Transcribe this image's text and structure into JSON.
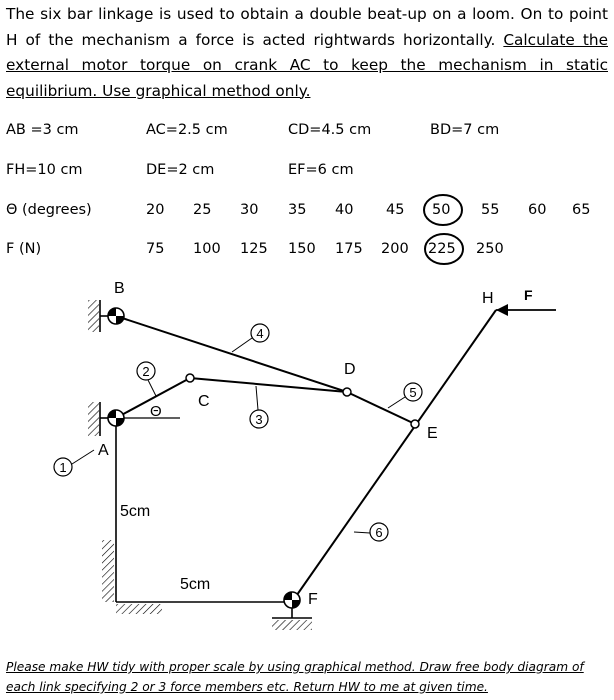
{
  "problem": {
    "plain": "The six bar linkage is used to obtain a double beat-up on a loom. On to point H of the mechanism a force is acted rightwards horizontally.",
    "underlined": "Calculate the external motor torque on crank AC to keep the mechanism in static equilibrium. Use graphical method only."
  },
  "dimensions": {
    "ab": "AB =3 cm",
    "ac": "AC=2.5 cm",
    "cd": "CD=4.5 cm",
    "bd": "BD=7 cm",
    "fh": "FH=10 cm",
    "de": "DE=2 cm",
    "ef": "EF=6 cm"
  },
  "table": {
    "theta_label": "Θ (degrees)",
    "theta_values": [
      "20",
      "25",
      "30",
      "35",
      "40",
      "45",
      "50",
      "55",
      "60",
      "65"
    ],
    "force_label": "F (N)",
    "force_values": [
      "75",
      "100",
      "125",
      "150",
      "175",
      "200",
      "225",
      "250"
    ],
    "circled_theta": "50",
    "circled_force": "225"
  },
  "diagram": {
    "points": {
      "b": "B",
      "a": "A",
      "c": "C",
      "d": "D",
      "e": "E",
      "f": "F",
      "h": "H"
    },
    "force_label": "F",
    "theta_symbol": "Θ",
    "link_numbers": [
      "1",
      "2",
      "3",
      "4",
      "5",
      "6"
    ],
    "vertical_dim": "5cm",
    "horizontal_dim": "5cm"
  },
  "footer": "Please make HW tidy with proper scale by using graphical method. Draw free body diagram of each link specifying 2 or 3 force members etc. Return HW to me at given time."
}
